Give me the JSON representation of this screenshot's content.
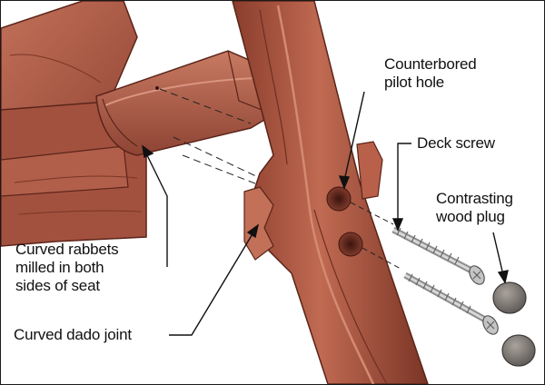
{
  "labels": {
    "counterbored_pilot_hole": [
      "Counterbored",
      "pilot hole"
    ],
    "deck_screw": [
      "Deck screw"
    ],
    "contrasting_wood_plug": [
      "Contrasting",
      "wood plug"
    ],
    "curved_rabbets": [
      "Curved rabbets",
      "milled in both",
      "sides of seat"
    ],
    "curved_dado_joint": [
      "Curved dado joint"
    ]
  },
  "colors": {
    "wood_light": "#b8604a",
    "wood_mid": "#9c4c39",
    "wood_dark": "#6e2f22",
    "plug": "#7a7570",
    "screw": "#c9c9c9"
  }
}
